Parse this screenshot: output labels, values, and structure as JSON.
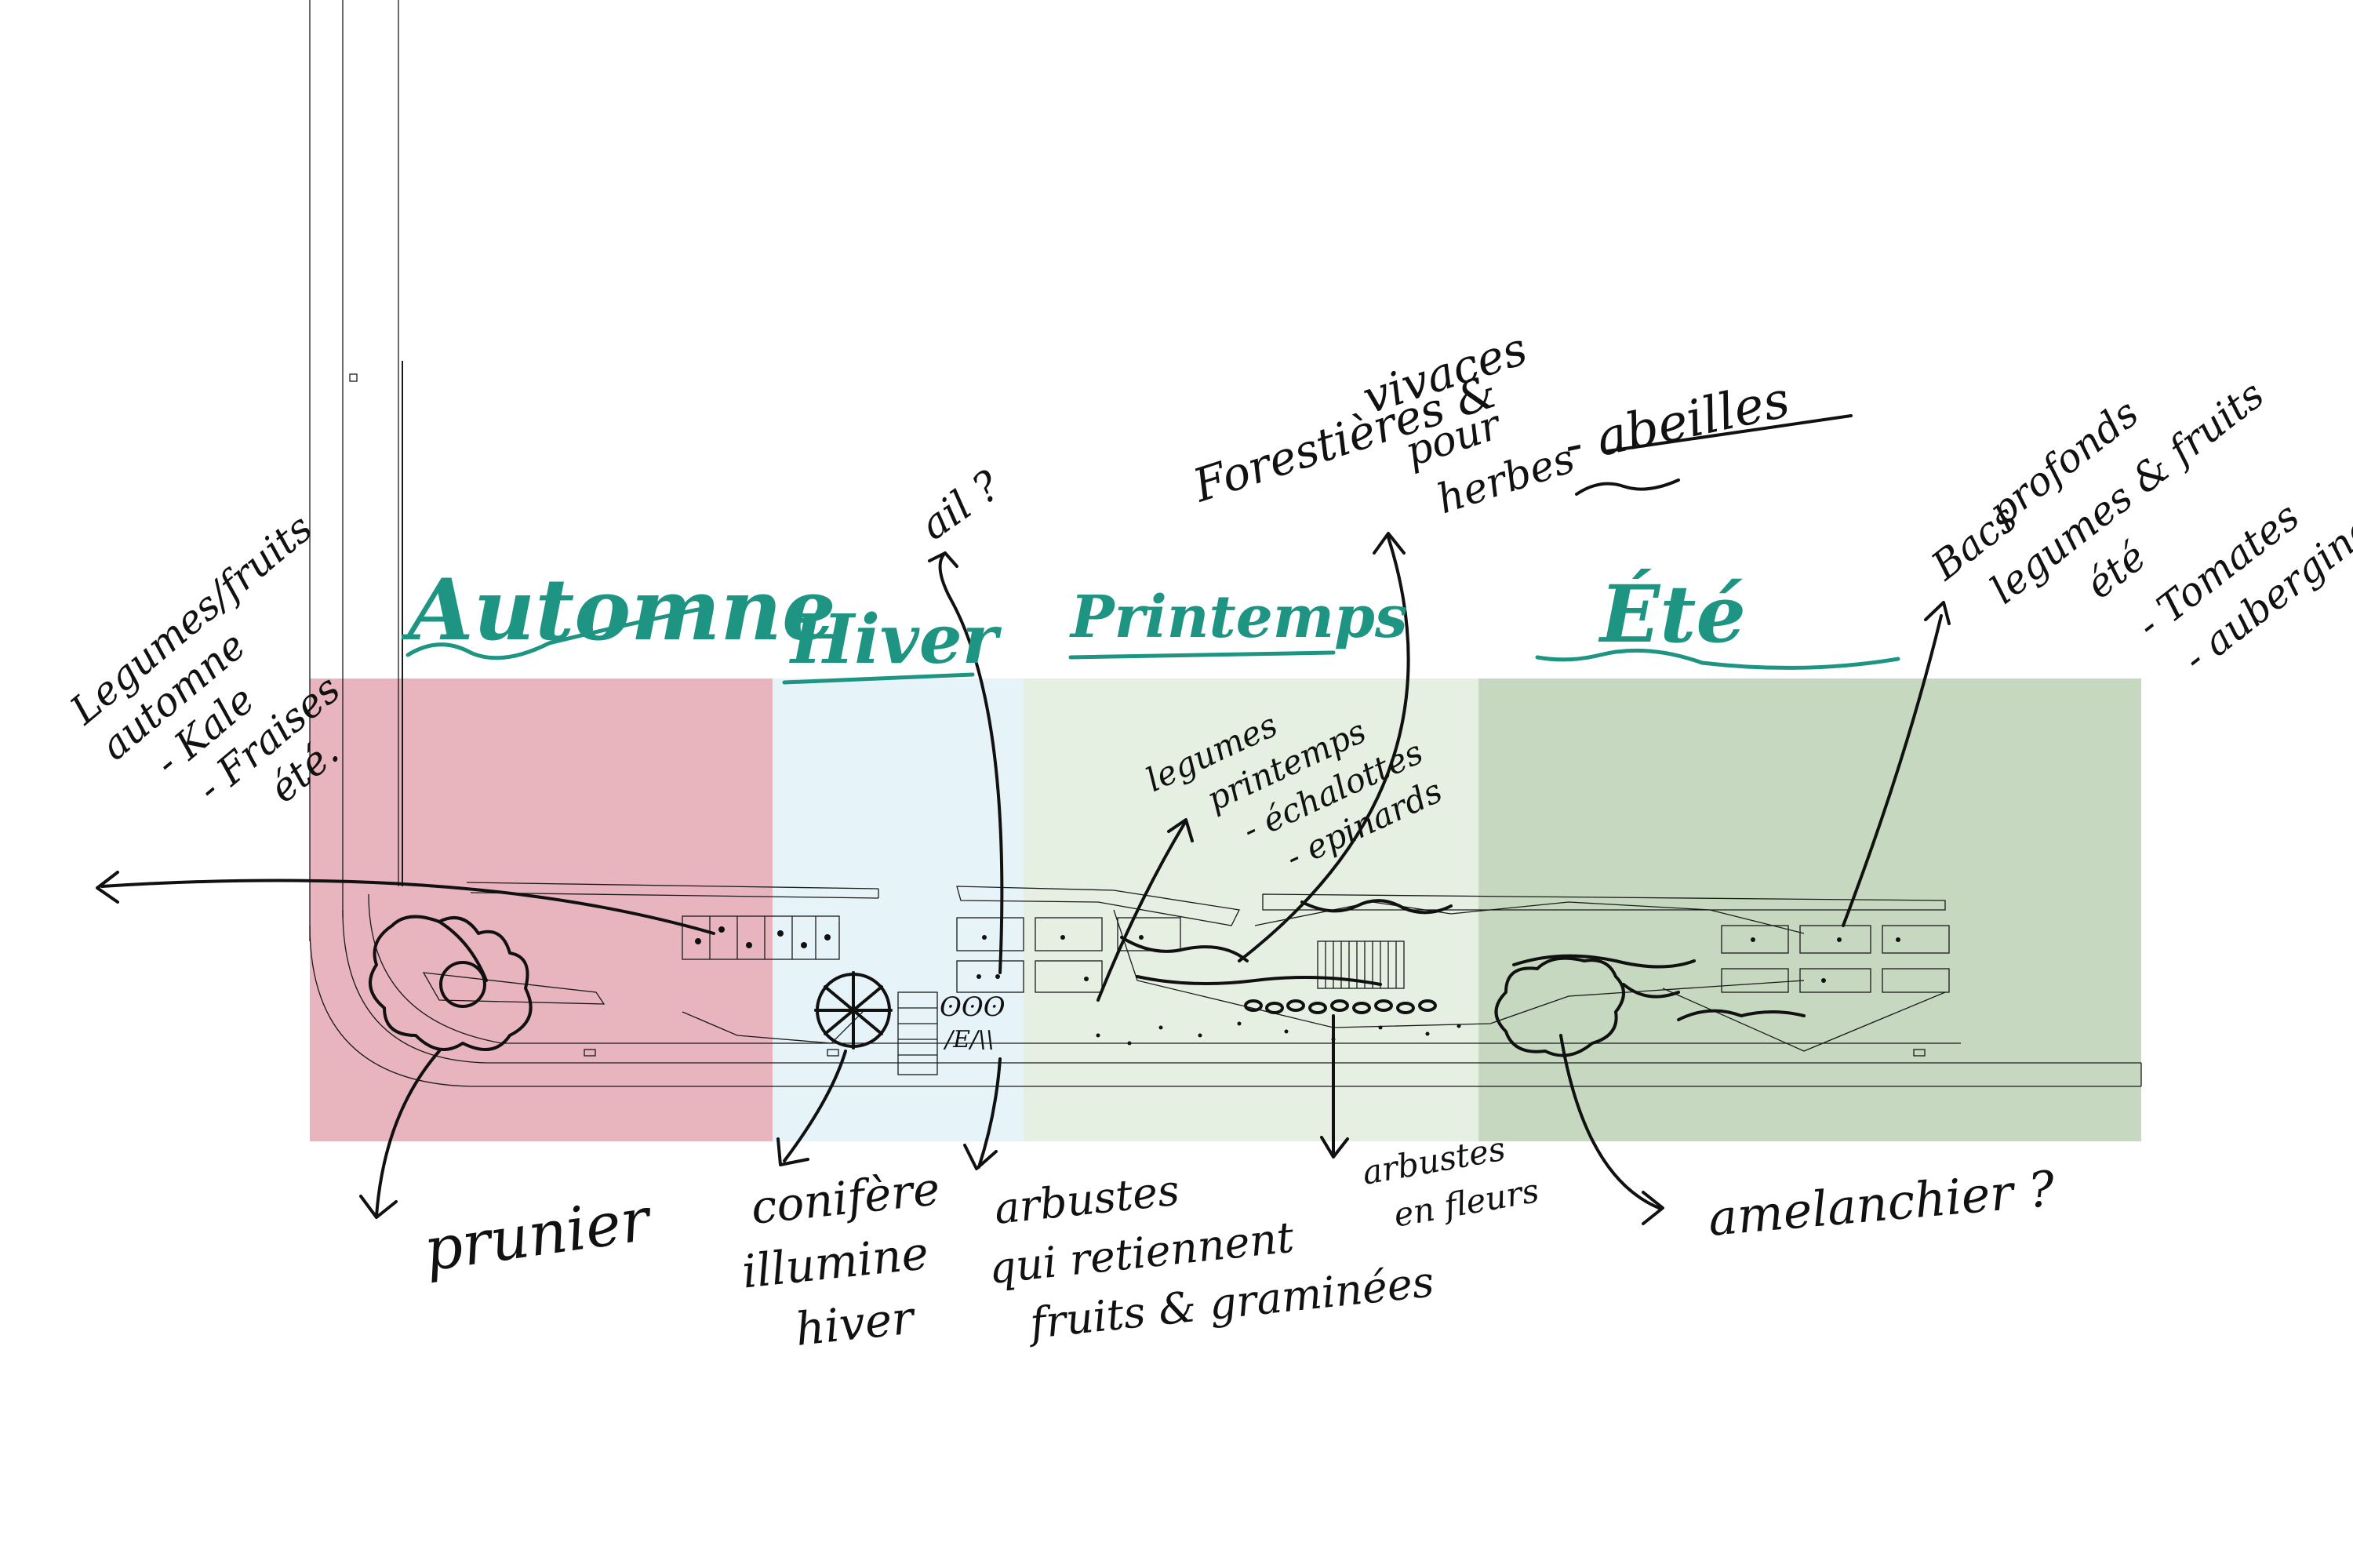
{
  "seasons": {
    "autumn": {
      "label": "Automne",
      "color": "#e8b5bf"
    },
    "winter": {
      "label": "Hiver",
      "color": "#e6f4f9"
    },
    "spring": {
      "label": "Printemps",
      "color": "#e5f0e2"
    },
    "summer": {
      "label": "Été",
      "color": "#c6d9c0"
    }
  },
  "annotations": {
    "legumes_automne": [
      "Legumes/fruits",
      "automne",
      "- Kale",
      "- Fraises",
      "été."
    ],
    "prunier": "prunier",
    "conifere": [
      "conifère",
      "illumine",
      "hiver"
    ],
    "arbustes_fruits": [
      "arbustes",
      "qui retiennent",
      "fruits & graminées"
    ],
    "arbustes_fleurs": [
      "arbustes",
      "en fleurs"
    ],
    "amelanchier": "amelanchier ?",
    "ail": "ail ?",
    "legumes_printemps": [
      "legumes",
      "printemps",
      "- échalottes",
      "- epinards"
    ],
    "forestieres": [
      "Forestières &",
      "vivaces",
      "pour",
      "herbes"
    ],
    "abeilles": "- abeilles",
    "bacs": [
      "Bacs",
      "profonds",
      "legumes & fruits",
      "été",
      "- Tomates",
      "- aubergines"
    ]
  },
  "colors": {
    "season_label": "#1e9482",
    "ink": "#111111"
  }
}
